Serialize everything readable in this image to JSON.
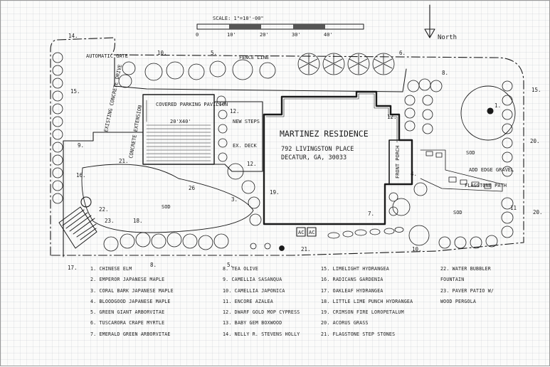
{
  "scale": {
    "title": "SCALE: 1\"=10'-00\"",
    "ticks": [
      "0",
      "10'",
      "20'",
      "30'",
      "40'"
    ]
  },
  "north_label": "North",
  "residence": {
    "name": "MARTINEZ RESIDENCE",
    "street": "792 LIVINGSTON PLACE",
    "city": "DECATUR, GA, 30033"
  },
  "labels": {
    "automatic_gate": "AUTOMATIC GATE",
    "existing_concrete_drive": "EXISTING CONCRETE DRIVE",
    "concrete_extension": "CONCRETE EXTENSION",
    "parking_pavilion": "COVERED PARKING PAVILION",
    "pavilion_size": "20'X40'",
    "new_steps": "NEW STEPS",
    "ex_deck": "EX. DECK",
    "fence_line": "FENCE LINE",
    "front_porch": "FRONT PORCH",
    "add_edge_gravel": "ADD EDGE GRAVEL",
    "flagstone_path": "FLAGSTONE PATH",
    "sod": "SOD",
    "ac": "AC"
  },
  "plant_numbers": {
    "n14": "14.",
    "n10": "10.",
    "n5": "5.",
    "n6": "6.",
    "n8": "8.",
    "n12": "12.",
    "n15": "15.",
    "n9": "9.",
    "n16": "16.",
    "n21": "21.",
    "n26": "26",
    "n22": "22.",
    "n23": "23.",
    "n18": "18.",
    "n17": "17.",
    "n3": "3.",
    "n19": "19.",
    "n7": "7.",
    "n4": "4.",
    "n20": "20.",
    "n11": "11",
    "n1": "1."
  },
  "legend": {
    "col1": [
      "1. CHINESE ELM",
      "2. EMPEROR JAPANESE MAPLE",
      "3. CORAL BARK JAPANESE MAPLE",
      "4. BLOODGOOD JAPANESE MAPLE",
      "5. GREEN GIANT ARBORVITAE",
      "6. TUSCARORA CRAPE MYRTLE",
      "7. EMERALD GREEN ARBORVITAE"
    ],
    "col2": [
      "8. TEA OLIVE",
      "9. CAMELLIA SASANQUA",
      "10. CAMELLIA JAPONICA",
      "11. ENCORE AZALEA",
      "12. DWARF GOLD MOP CYPRESS",
      "13. BABY GEM BOXWOOD",
      "14. NELLY R. STEVENS HOLLY"
    ],
    "col3": [
      "15. LIMELIGHT HYDRANGEA",
      "16. RADICANS GARDENIA",
      "17. OAKLEAF HYDRANGEA",
      "18. LITTLE LIME PUNCH HYDRANGEA",
      "19. CRIMSON FIRE LOROPETALUM",
      "20. ACORUS GRASS",
      "21. FLAGSTONE STEP STONES"
    ],
    "col4": [
      "22. WATER BUBBLER",
      "FOUNTAIN",
      "23. PAVER PATIO W/",
      "WOOD PERGOLA"
    ]
  },
  "colors": {
    "ink": "#1a1a1a",
    "paper": "#fbfbfa",
    "grid": "#b4bcc4"
  }
}
